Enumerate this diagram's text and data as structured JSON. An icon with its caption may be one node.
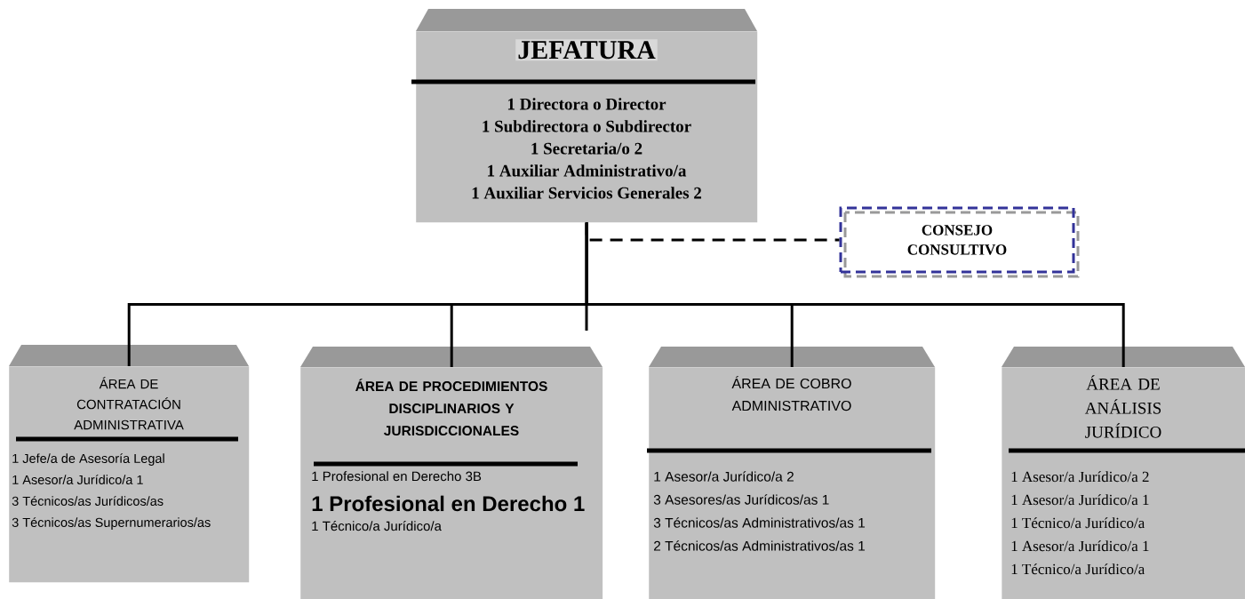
{
  "diagram": {
    "nodes": [
      {
        "text": [
          "JEFATURA",
          "1 Directora o Director",
          "1 Subdirectora o Subdirector",
          "1 Secretaria/o 2",
          "1 Auxiliar Administrativo/a",
          "1 Auxiliar Servicios Generales 2"
        ]
      },
      {
        "text": [
          "CONSEJO CONSULTIVO"
        ]
      },
      {
        "text": [
          "ÁREA DE CONTRATACIÓN ADMINISTRATIVA",
          "1 Jefe/a de Asesoría Legal",
          "1 Asesor/a Jurídico/a 1",
          "3 Técnicos/as Jurídicos/as",
          "3 Técnicos/as Supernumerarios/as"
        ]
      },
      {
        "text": [
          "ÁREA DE PROCEDIMIENTOS DISCIPLINARIOS Y JURISDICCIONALES",
          "1 Profesional en Derecho 3B",
          "1 Profesional en Derecho 1",
          "1 Técnico/a Jurídico/a"
        ]
      },
      {
        "text": [
          "ÁREA DE COBRO ADMINISTRATIVO",
          "1 Asesor/a Jurídico/a 2",
          "3 Asesores/as Jurídicos/as 1",
          "3 Técnicos/as Administrativos/as 1",
          "2 Técnicos/as Administrativos/as 1"
        ]
      },
      {
        "text": [
          "ÁREA DE ANÁLISIS JURÍDICO",
          "1 Asesor/a Jurídico/a 2",
          "1 Asesor/a Jurídico/a 1",
          "1 Técnico/a Jurídico/a",
          "1 Asesor/a Jurídico/a 1",
          "1 Técnico/a Jurídico/a"
        ]
      }
    ],
    "edges": [
      {
        "from": 0,
        "to": 1,
        "arrow": "none",
        "style": "dashed"
      },
      {
        "from": 0,
        "to": 2,
        "arrow": "none"
      },
      {
        "from": 0,
        "to": 3,
        "arrow": "none"
      },
      {
        "from": 0,
        "to": 4,
        "arrow": "none"
      },
      {
        "from": 0,
        "to": 5,
        "arrow": "none"
      }
    ]
  }
}
